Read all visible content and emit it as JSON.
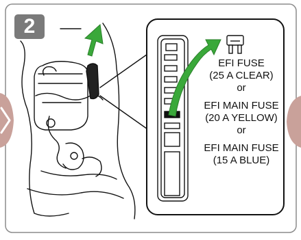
{
  "step": {
    "number": "2"
  },
  "callout": {
    "labels": [
      "EFI FUSE",
      "(25 A CLEAR)",
      "or",
      "EFI MAIN FUSE",
      "(20 A YELLOW)",
      "or",
      "EFI MAIN FUSE",
      "(15 A BLUE)"
    ]
  },
  "colors": {
    "arrow_green": "#3aa83a",
    "badge_gray": "#7a7a7a",
    "nav_pink": "#c9a19a",
    "frame_gray": "#8c8c8c"
  },
  "icons": {
    "prev": "chevron-left-icon",
    "next": "chevron-right-icon",
    "fuse": "fuse-icon"
  }
}
